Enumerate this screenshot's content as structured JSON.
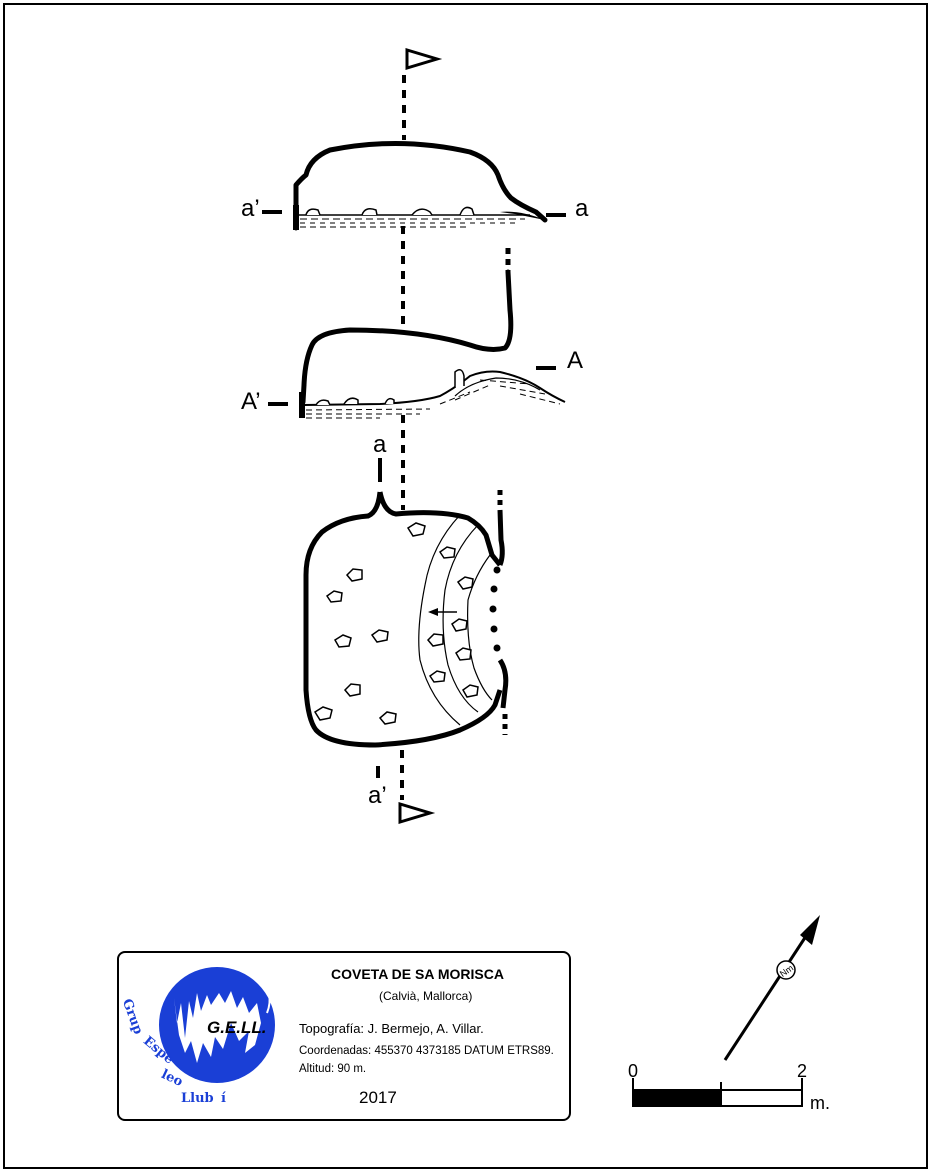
{
  "section_labels": {
    "cross_section_a_left": "a’",
    "cross_section_a_right": "a",
    "cross_section_A_left": "A’",
    "cross_section_A_right": "A",
    "plan_a_top": "a",
    "plan_a_bottom": "a’"
  },
  "cartouche": {
    "title": "COVETA DE SA MORISCA",
    "location": "(Calvià, Mallorca)",
    "authors": "Topografía: J. Bermejo, A. Villar.",
    "coordinates": "Coordenadas: 455370 4373185   DATUM ETRS89.",
    "altitude": "Altitud: 90 m.",
    "year": "2017"
  },
  "logo": {
    "abbrev": "G.E.LL.",
    "ring_text_1": "Grup",
    "ring_text_2": "Espe",
    "ring_text_3": "leo",
    "ring_text_4": "Llub",
    "ring_text_5": "í",
    "brand_color": "#1a3fd6"
  },
  "scale_bar": {
    "start_label": "0",
    "end_label": "2",
    "unit": "m."
  },
  "north_arrow": {
    "icon": "magnetic-north-arrow-icon"
  }
}
